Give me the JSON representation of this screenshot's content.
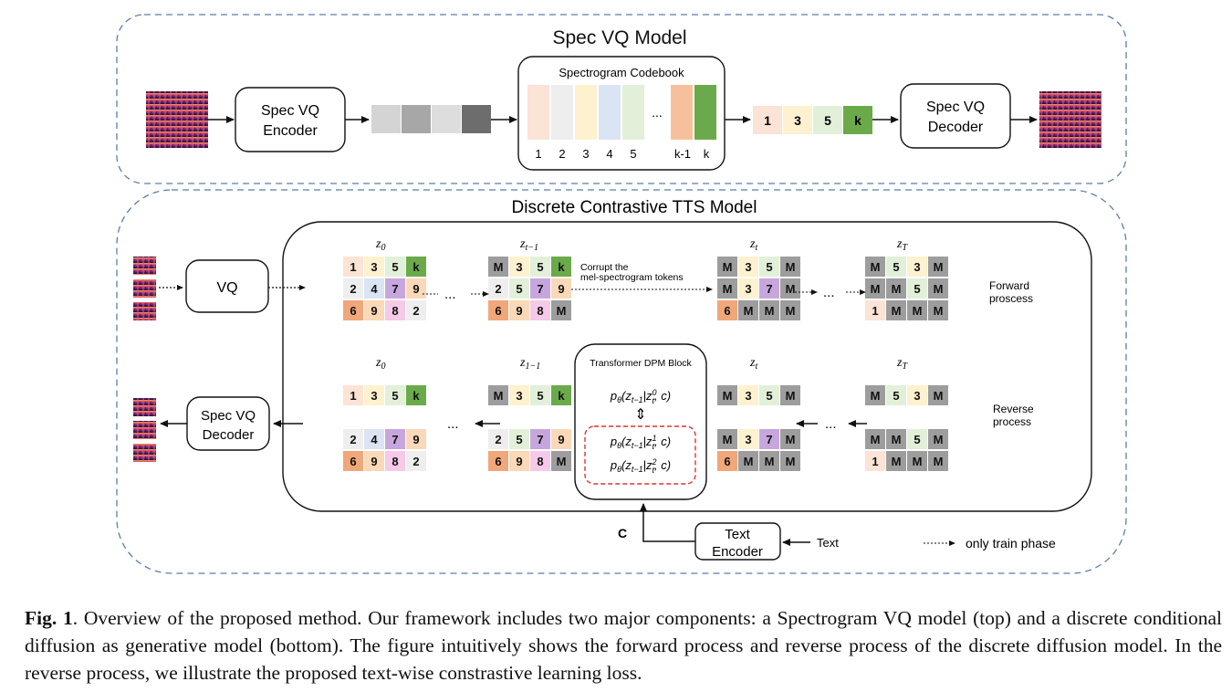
{
  "top": {
    "title": "Spec VQ Model",
    "encoder": [
      "Spec VQ",
      "Encoder"
    ],
    "codebook_title": "Spectrogram Codebook",
    "codebook_labels": [
      "1",
      "2",
      "3",
      "4",
      "5",
      "k-1",
      "k"
    ],
    "ellipsis": "...",
    "selected_tokens": [
      "1",
      "3",
      "5",
      "k"
    ],
    "decoder": [
      "Spec VQ",
      "Decoder"
    ]
  },
  "bottom": {
    "title": "Discrete Contrastive TTS Model",
    "vq": "VQ",
    "decoder": [
      "Spec VQ",
      "Decoder"
    ],
    "labels": {
      "z0": "z",
      "z0_sub": "0",
      "zt1": "z",
      "zt1_sub": "t−1",
      "z11_sub": "1−1",
      "zt": "z",
      "zt_sub": "t",
      "zT": "z",
      "zT_sub": "T"
    },
    "corrupt": [
      "Corrupt the",
      "mel-spectrogram tokens"
    ],
    "forward": [
      "Forward",
      "proscess"
    ],
    "reverse": [
      "Reverse",
      "process"
    ],
    "transformer_title": "Transformer DPM Block",
    "formula_1": "pθ(zt−1|zt0, c)",
    "formula_2": "pθ(zt−1|zt1, c)",
    "formula_3": "pθ(zt−1|zt2, c)",
    "c_label": "C",
    "text_encoder": [
      "Text",
      "Encoder"
    ],
    "text_input": "Text",
    "legend": "only train phase",
    "ellipsis": "..."
  },
  "colors": {
    "dashed_border": "#5b7ea8",
    "red_dashed": "#e03030",
    "token_1": "#fbe3d6",
    "token_2": "#eeeeee",
    "token_3": "#fdf1cf",
    "token_5": "#e2f0d9",
    "token_4": "#dbe4f3",
    "token_k": "#6aaa4a",
    "token_7": "#c7a6dd",
    "token_9": "#f9d9b8",
    "token_6": "#f0a77a",
    "token_8": "#f6c9e8",
    "token_M": "#9d9d9d"
  },
  "caption": {
    "label": "Fig. 1",
    "text": ". Overview of the proposed method. Our framework includes two major components: a Spectrogram VQ model (top) and a discrete conditional diffusion as generative model (bottom). The figure intuitively shows the forward process and reverse process of the discrete diffusion model. In the reverse process, we illustrate the proposed text-wise constrastive learning loss."
  }
}
